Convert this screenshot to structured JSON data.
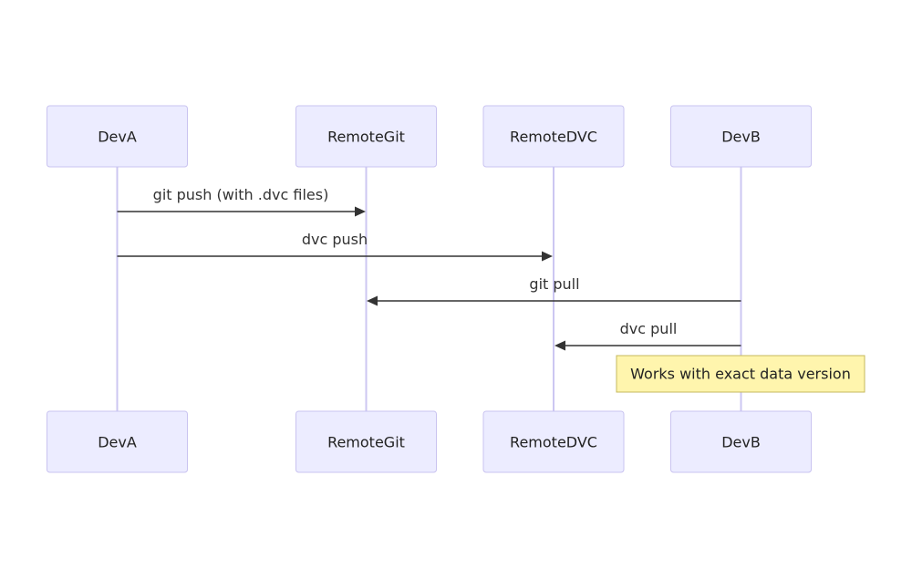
{
  "participants": [
    {
      "id": "devA",
      "label": "DevA"
    },
    {
      "id": "remoteGit",
      "label": "RemoteGit"
    },
    {
      "id": "remoteDVC",
      "label": "RemoteDVC"
    },
    {
      "id": "devB",
      "label": "DevB"
    }
  ],
  "messages": [
    {
      "from": "devA",
      "to": "remoteGit",
      "label": "git push (with .dvc files)"
    },
    {
      "from": "devA",
      "to": "remoteDVC",
      "label": "dvc push"
    },
    {
      "from": "devB",
      "to": "remoteGit",
      "label": "git pull"
    },
    {
      "from": "devB",
      "to": "remoteDVC",
      "label": "dvc pull"
    }
  ],
  "note": {
    "over": "devB",
    "text": "Works with exact data version"
  },
  "colors": {
    "actor_fill": "#ececff",
    "actor_border": "#c9c3f0",
    "lifeline": "#ccc7f2",
    "arrow": "#333333",
    "note_fill": "#fff5ad",
    "note_border": "#c6b95d"
  }
}
